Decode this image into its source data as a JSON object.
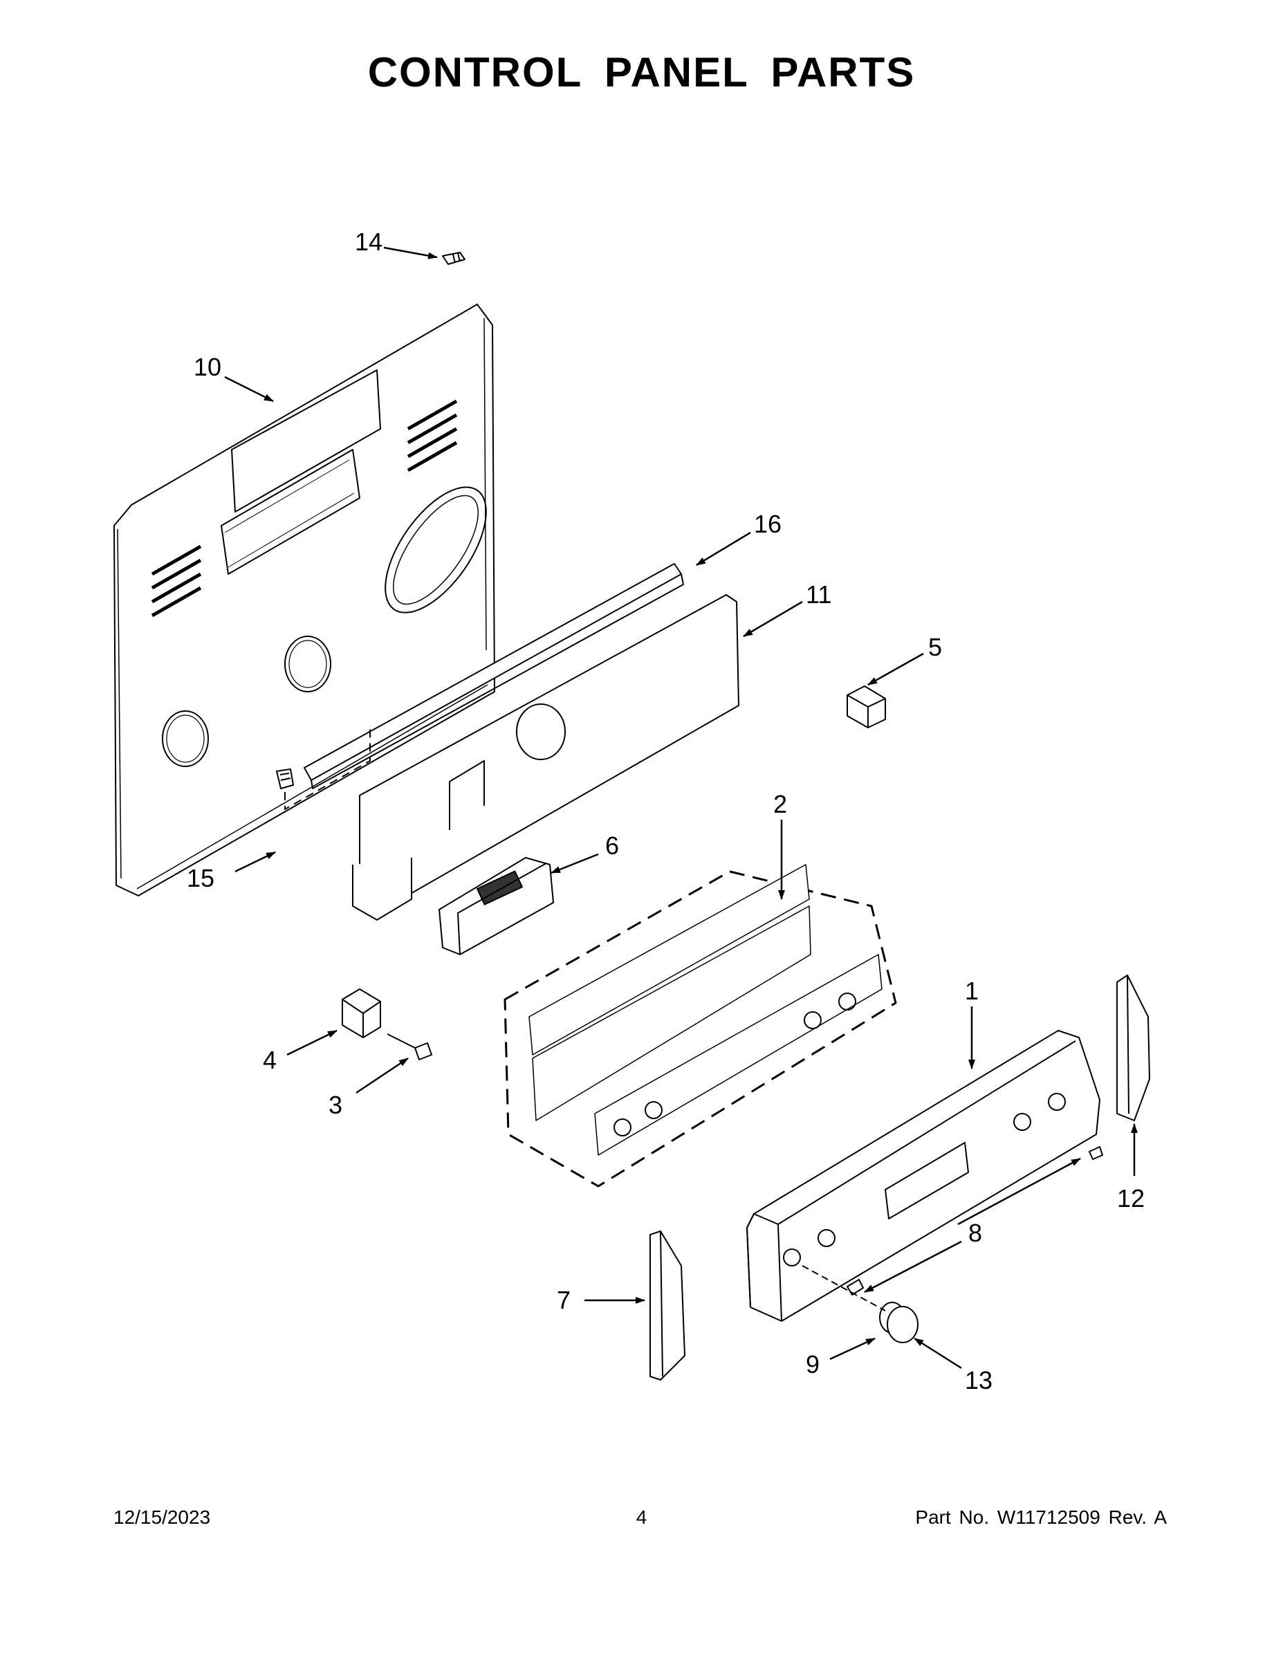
{
  "title": "CONTROL PANEL PARTS",
  "callouts": {
    "c1": "1",
    "c2": "2",
    "c3": "3",
    "c4": "4",
    "c5": "5",
    "c6": "6",
    "c7": "7",
    "c8": "8",
    "c9": "9",
    "c10": "10",
    "c11": "11",
    "c12": "12",
    "c13": "13",
    "c14": "14",
    "c15": "15",
    "c16": "16"
  },
  "footer": {
    "date": "12/15/2023",
    "page": "4",
    "part": "Part No.  W11712509  Rev.  A"
  }
}
